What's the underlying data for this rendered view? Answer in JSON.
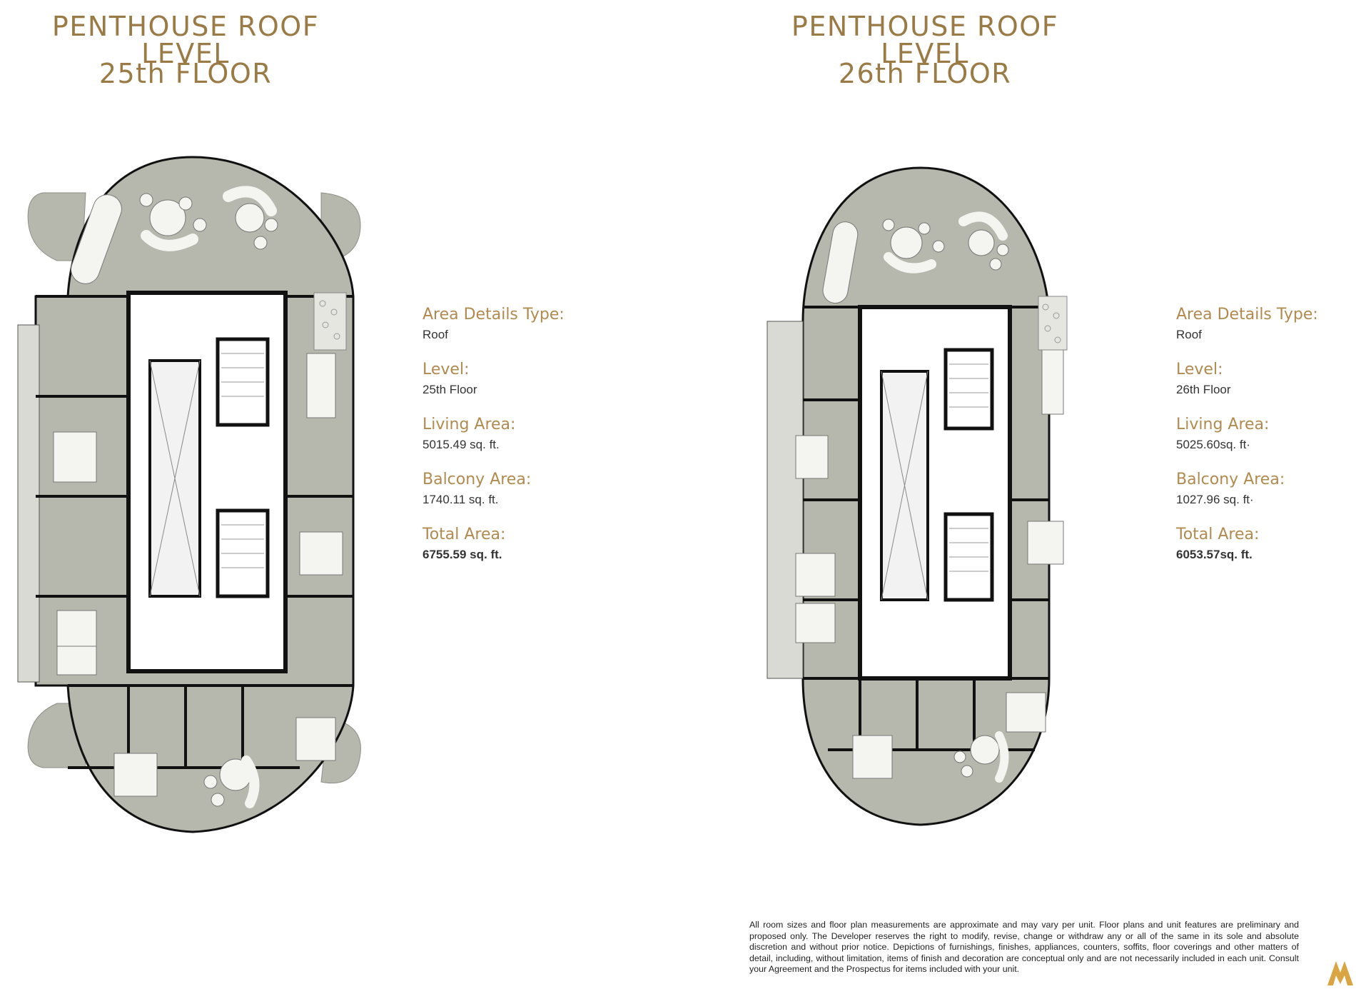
{
  "left": {
    "title_line1": "PENTHOUSE ROOF LEVEL",
    "title_line2": "25th FLOOR",
    "details": {
      "type_label": "Area Details Type:",
      "type_value": "Roof",
      "level_label": "Level:",
      "level_value": "25th Floor",
      "living_label": "Living Area:",
      "living_value": "5015.49 sq. ft.",
      "balcony_label": "Balcony Area:",
      "balcony_value": "1740.11 sq. ft.",
      "total_label": "Total Area:",
      "total_value": "6755.59 sq. ft."
    }
  },
  "right": {
    "title_line1": "PENTHOUSE ROOF LEVEL",
    "title_line2": "26th FLOOR",
    "details": {
      "type_label": "Area Details Type:",
      "type_value": "Roof",
      "level_label": "Level:",
      "level_value": "26th Floor",
      "living_label": "Living Area:",
      "living_value": "5025.60sq. ft·",
      "balcony_label": "Balcony Area:",
      "balcony_value": "1027.96 sq. ft·",
      "total_label": "Total Area:",
      "total_value": "6053.57sq. ft."
    }
  },
  "disclaimer": "All room sizes and floor plan measurements are approximate and may vary per unit. Floor plans and unit features are preliminary and proposed only. The Developer reserves the right to modify, revise, change or withdraw any or all of the same in its sole and absolute discretion and without prior notice. Depictions of furnishings, finishes, appliances, counters, soffits, floor coverings and other matters of detail, including, without limitation, items of finish and decoration are conceptual only and are not necessarily included in each unit. Consult your Agreement and the Prospectus for items included with your unit.",
  "colors": {
    "accent_gold": "#9a7b45",
    "floor_grey": "#b6b8ad",
    "wall_black": "#111111"
  }
}
